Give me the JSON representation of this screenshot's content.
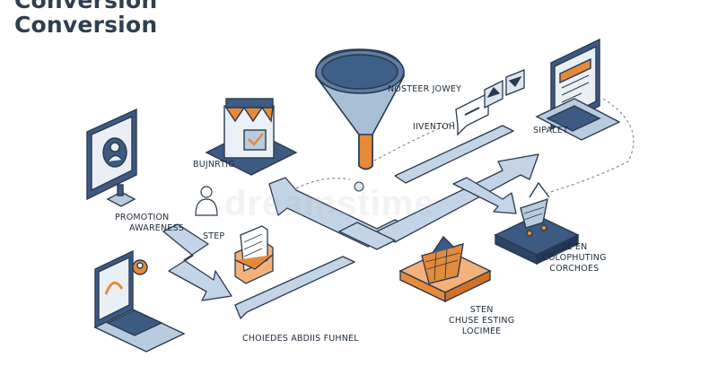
{
  "header": {
    "title_cut": "Conversion",
    "title": "Conversion"
  },
  "labels": {
    "promotion": "PROMOTION",
    "awareness": "AWARENESS",
    "buying": "BUJNRTIG",
    "step": "STEP",
    "funnel_top_1": "NOSTEER JOWEY",
    "funnel_top_2": "IIVENTOH",
    "sipalet": "SIPALET",
    "funnel_bottom": "CHOIEDES ABDIIS FUHNEL",
    "sten": "STEN",
    "chuse_1": "CHUSE ESTING",
    "chuse_2": "LOCIMEE",
    "seen": "SE EN",
    "colo_1": "COLOPHUTING",
    "colo_2": "CORCHOES"
  },
  "watermark": "dreamstime",
  "colors": {
    "outline": "#2a3a4e",
    "blue_fill": "#a9c0d8",
    "light_blue": "#dbe6f1",
    "navy": "#3d5a83",
    "orange": "#e58a3a",
    "orange_light": "#f4b27a"
  }
}
